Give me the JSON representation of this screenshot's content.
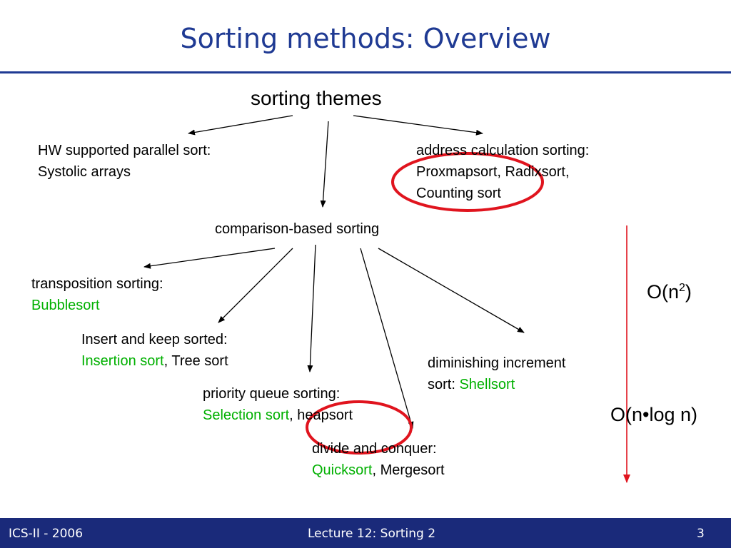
{
  "slide": {
    "title": "Sorting methods: Overview",
    "root": "sorting themes",
    "hw": {
      "line1": "HW supported parallel sort:",
      "line2": "Systolic arrays"
    },
    "address": {
      "line1": "address calculation sorting:",
      "line2": "Proxmapsort, Radixsort,",
      "line3": "Counting sort"
    },
    "comparison": "comparison-based sorting",
    "transposition": {
      "line1": "transposition sorting:",
      "algo": "Bubblesort"
    },
    "insert": {
      "line1": "Insert and keep sorted:",
      "algo": "Insertion sort",
      "rest": ", Tree sort"
    },
    "priority": {
      "line1": "priority queue sorting:",
      "algo": "Selection sort",
      "rest": ", heapsort"
    },
    "divide": {
      "line1": "divide and conquer:",
      "algo": "Quicksort",
      "rest": ", Mergesort"
    },
    "diminishing": {
      "line1": "diminishing increment",
      "prefix": "sort: ",
      "algo": "Shellsort"
    },
    "complexity": {
      "top_base": "O(n",
      "top_exp": "2",
      "top_close": ")",
      "bottom": "O(n•log n)"
    }
  },
  "colors": {
    "title": "#1f3a93",
    "algo_highlight": "#00b000",
    "circle": "#e0141e",
    "axis_arrow": "#e0141e",
    "footer_bg": "#1a2a7a"
  },
  "footer": {
    "left": "ICS-II - 2006",
    "center": "Lecture 12: Sorting 2",
    "page": "3"
  }
}
